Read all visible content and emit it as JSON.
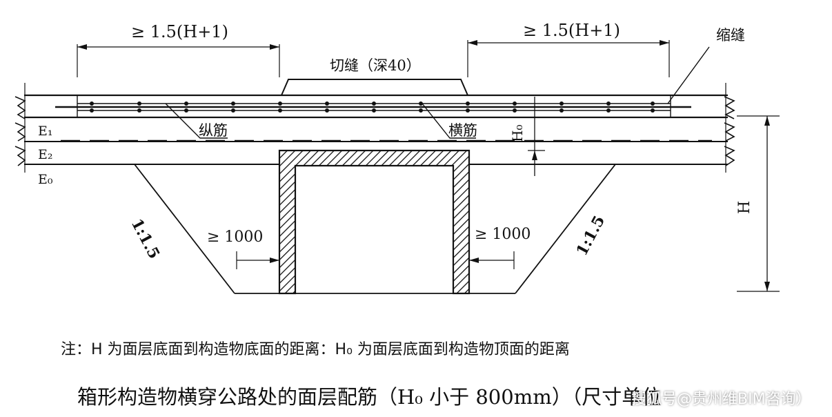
{
  "labels": {
    "dim_left": "≥ 1.5(H+1)",
    "dim_right": "≥ 1.5(H+1)",
    "cut_joint": "切缝（深40）",
    "shrink_joint": "缩缝",
    "long_rebar": "纵筋",
    "trans_rebar": "横筋",
    "h0": "H₀",
    "h": "H",
    "e1": "E₁",
    "e2": "E₂",
    "e0": "E₀",
    "slope_left": "1:1.5",
    "slope_right": "1:1.5",
    "gap_left": "≥ 1000",
    "gap_right": "≥ 1000"
  },
  "note": "注：H 为面层底面到构造物底面的距离：H₀ 为面层底面到构造物顶面的距离",
  "caption": "箱形构造物横穿公路处的面层配筋（H₀ 小于 800mm）（尺寸单位",
  "watermark": "搜狐号@贵州维BIM咨询）"
}
